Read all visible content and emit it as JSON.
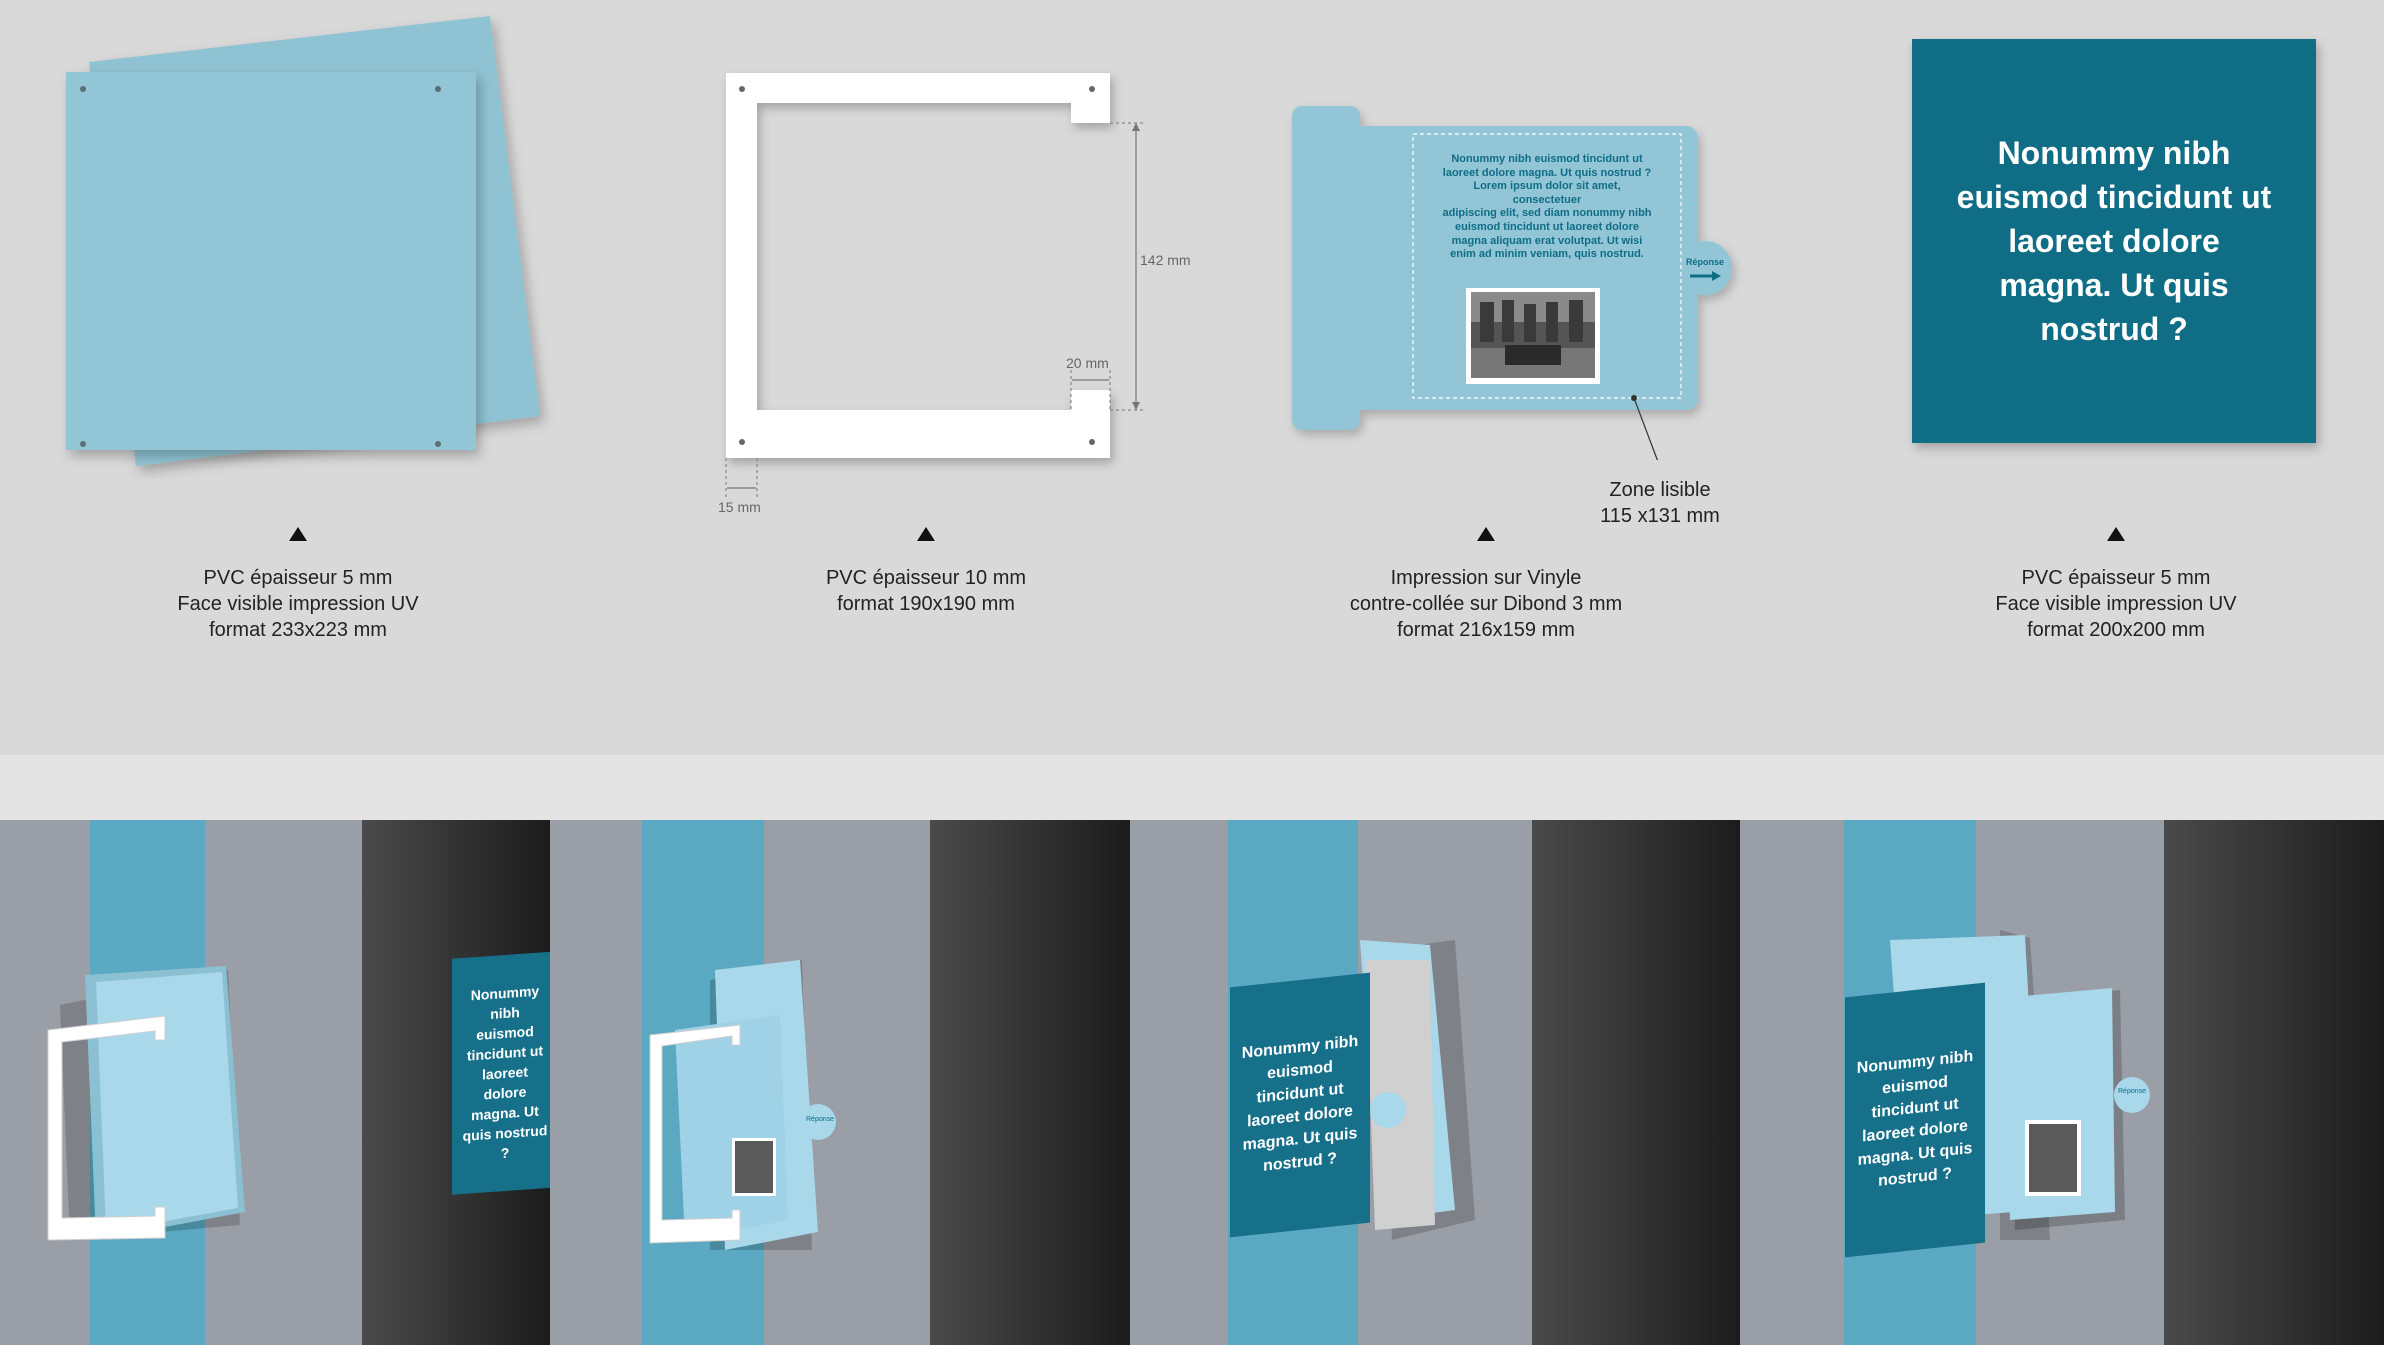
{
  "panels": {
    "panel1": {
      "caption": [
        "PVC épaisseur 5 mm",
        "Face visible impression UV",
        "format 233x223 mm"
      ]
    },
    "panel2": {
      "caption": [
        "PVC épaisseur 10 mm",
        "format 190x190 mm"
      ],
      "dim_height": "142 mm",
      "dim_notch": "20 mm",
      "dim_width": "15 mm"
    },
    "panel3": {
      "caption": [
        "Impression sur Vinyle",
        "contre-collée sur Dibond 3 mm",
        "format 216x159 mm"
      ],
      "body_lines": [
        "Nonummy nibh euismod tincidunt ut",
        "laoreet dolore magna. Ut quis nostrud ?",
        "Lorem ipsum dolor sit amet,",
        "consectetuer",
        "adipiscing elit, sed diam nonummy nibh",
        "euismod tincidunt ut laoreet dolore",
        "magna aliquam erat volutpat. Ut wisi",
        "enim ad minim veniam, quis nostrud."
      ],
      "tab_label": "Réponse",
      "zone_label": [
        "Zone lisible",
        "115 x131 mm"
      ]
    },
    "panel4": {
      "caption": [
        "PVC épaisseur 5 mm",
        "Face visible impression UV",
        "format 200x200 mm"
      ],
      "big_text": "Nonummy nibh euismod tincidunt ut laoreet dolore magna. Ut quis nostrud ?"
    }
  },
  "mockups": {
    "sign_text": "Nonummy nibh euismod tincidunt ut laoreet dolore magna. Ut quis nostrud ?",
    "tab_label": "Réponse"
  },
  "colors": {
    "light_blue": "#92c5d6",
    "teal": "#0f6d86",
    "wall_grey": "#9a9ea6",
    "stripe_blue": "#5aa8c1",
    "dark": "#2b2b2b",
    "background": "#d9d9d9"
  }
}
